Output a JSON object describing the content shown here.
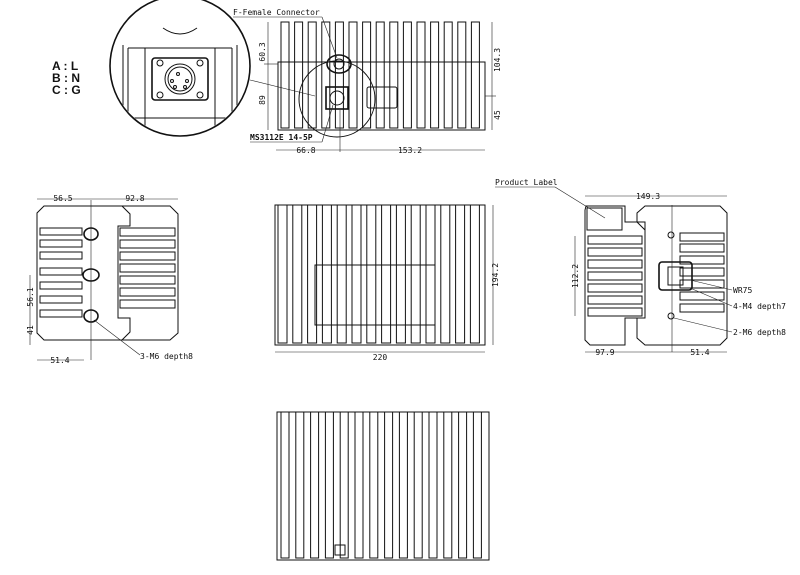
{
  "pin_legend": [
    "A : L",
    "B : N",
    "C : G"
  ],
  "top_view": {
    "callouts": {
      "rf_connector": "F-Female Connector",
      "power_connector": "MS3112E 14-5P"
    },
    "dimensions": {
      "left_upper": "60.3",
      "left_lower": "89",
      "right_upper": "104.3",
      "right_lower": "45",
      "bottom_left": "66.8",
      "bottom_right": "153.2"
    }
  },
  "left_view": {
    "dimensions": {
      "top_left": "56.5",
      "top_right": "92.8",
      "side_upper": "56.1",
      "side_lower": "41",
      "bottom": "51.4"
    },
    "callout": "3-M6 depth8"
  },
  "front_view": {
    "dimensions": {
      "width": "220",
      "height": "194.2"
    }
  },
  "right_view": {
    "callouts": {
      "label": "Product Label",
      "waveguide": "WR75",
      "waveguide_holes": "4-M4 depth7",
      "mount_holes": "2-M6 depth8"
    },
    "dimensions": {
      "top": "149.3",
      "side": "112.2",
      "bottom_left": "97.9",
      "bottom_right": "51.4"
    }
  }
}
